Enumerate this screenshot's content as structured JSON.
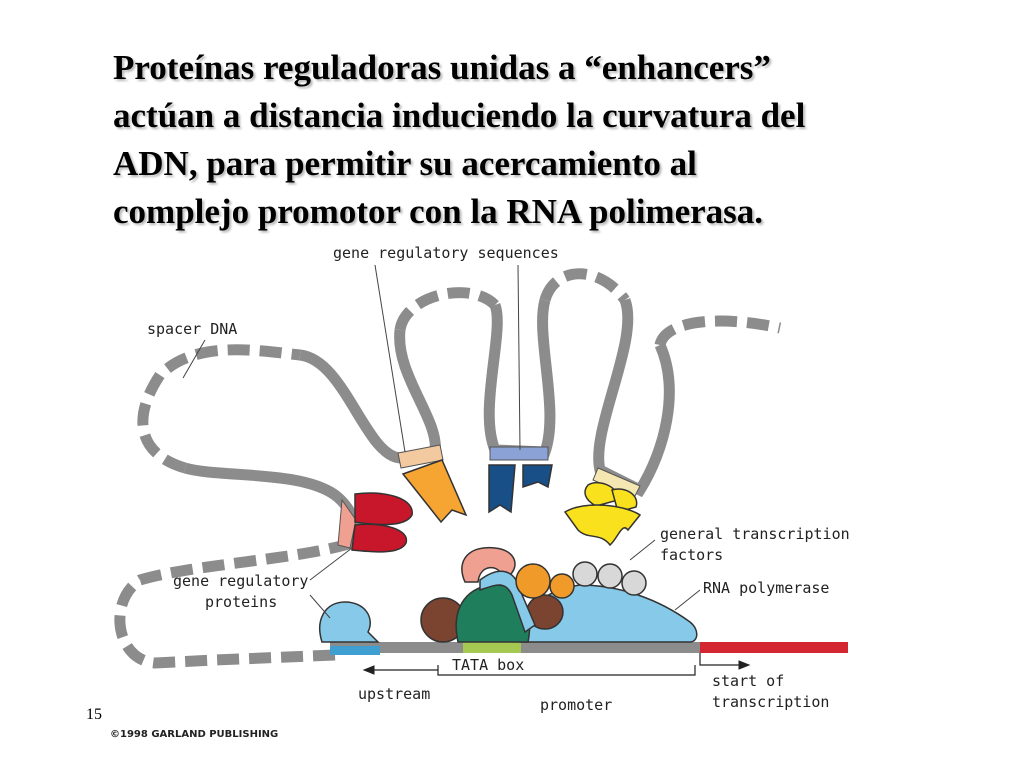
{
  "title_lines": [
    "Proteínas reguladoras unidas a “enhancers”",
    "actúan a distancia induciendo la curvatura del",
    "ADN, para permitir su acercamiento al",
    "complejo promotor con la RNA polimerasa."
  ],
  "slide_number": "15",
  "labels": {
    "gene_regulatory_sequences": "gene regulatory sequences",
    "spacer_dna": "spacer DNA",
    "general_transcription_1": "general transcription",
    "general_transcription_2": "factors",
    "rna_polymerase": "RNA polymerase",
    "gene_regulatory_proteins_1": "gene regulatory",
    "gene_regulatory_proteins_2": "proteins",
    "tata_box": "TATA box",
    "upstream": "upstream",
    "promoter": "promoter",
    "start_of_1": "start of",
    "start_of_2": "transcription",
    "copyright": "©1998 GARLAND PUBLISHING"
  },
  "colors": {
    "dna": "#8c8c8c",
    "transcribed_region": "#d42630",
    "tata_box": "#a4c851",
    "upstream_site": "#3f9fd0",
    "rna_polymerase": "#86c9e9",
    "red_protein": "#c8172a",
    "orange_protein": "#f6a533",
    "blue_protein": "#174f86",
    "yellow_protein": "#f9e11d",
    "green_factor": "#1f7f5c",
    "brown_factor": "#7a4431",
    "pink_factor": "#f0a090",
    "orange_factor": "#f09a2a",
    "grey_factor": "#d8d8d8"
  }
}
